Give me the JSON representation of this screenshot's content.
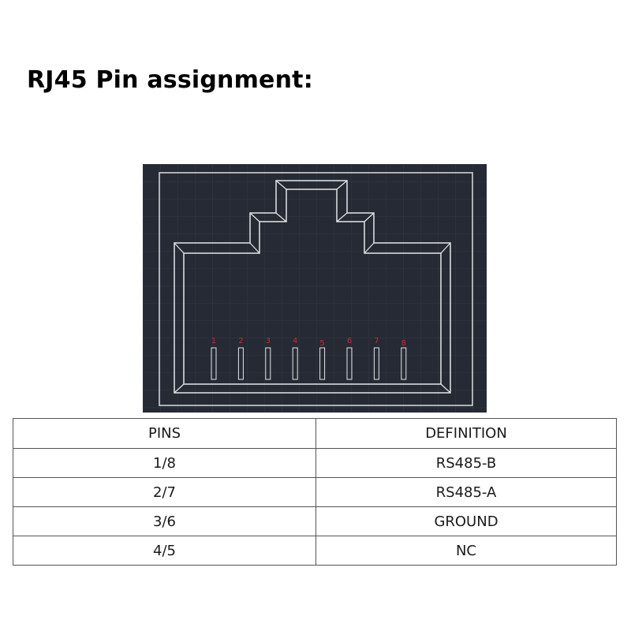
{
  "title": "RJ45 Pin assignment:",
  "diagram": {
    "pin_labels": [
      "1",
      "2",
      "3",
      "4",
      "5",
      "6",
      "7",
      "8"
    ],
    "colors": {
      "background": "#252a34",
      "outline": "#e6e6e6",
      "pin_label": "#c0312f",
      "grid": "#3a404c"
    }
  },
  "table": {
    "headers": [
      "PINS",
      "DEFINITION"
    ],
    "rows": [
      {
        "pins": "1/8",
        "definition": "RS485-B"
      },
      {
        "pins": "2/7",
        "definition": "RS485-A"
      },
      {
        "pins": "3/6",
        "definition": "GROUND"
      },
      {
        "pins": "4/5",
        "definition": "NC"
      }
    ]
  }
}
